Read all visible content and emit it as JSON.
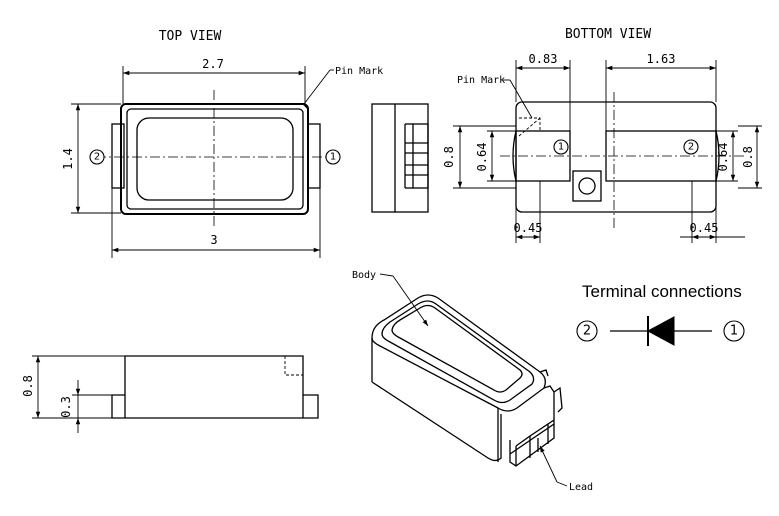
{
  "views": {
    "top_title": "TOP VIEW",
    "bottom_title": "BOTTOM VIEW"
  },
  "top_view": {
    "pin_mark": "Pin Mark",
    "dim_width_inner": "2.7",
    "dim_width_outer": "3",
    "dim_height": "1.4",
    "pin_left": "2",
    "pin_right": "1"
  },
  "bottom_view": {
    "pin_mark": "Pin Mark",
    "dim_pad1_width": "0.83",
    "dim_pad2_width": "1.63",
    "dim_height_left": "0.8",
    "dim_pad_height_left": "0.64",
    "dim_pad_height_right": "0.64",
    "dim_height_right": "0.8",
    "dim_gap_left": "0.45",
    "dim_gap_right": "0.45",
    "pad1": "1",
    "pad2": "2"
  },
  "front_view": {
    "dim_total_height": "0.8",
    "dim_lead_height": "0.3"
  },
  "iso_view": {
    "body_label": "Body",
    "lead_label": "Lead"
  },
  "terminal": {
    "title": "Terminal connections",
    "left_pin": "2",
    "right_pin": "1"
  }
}
